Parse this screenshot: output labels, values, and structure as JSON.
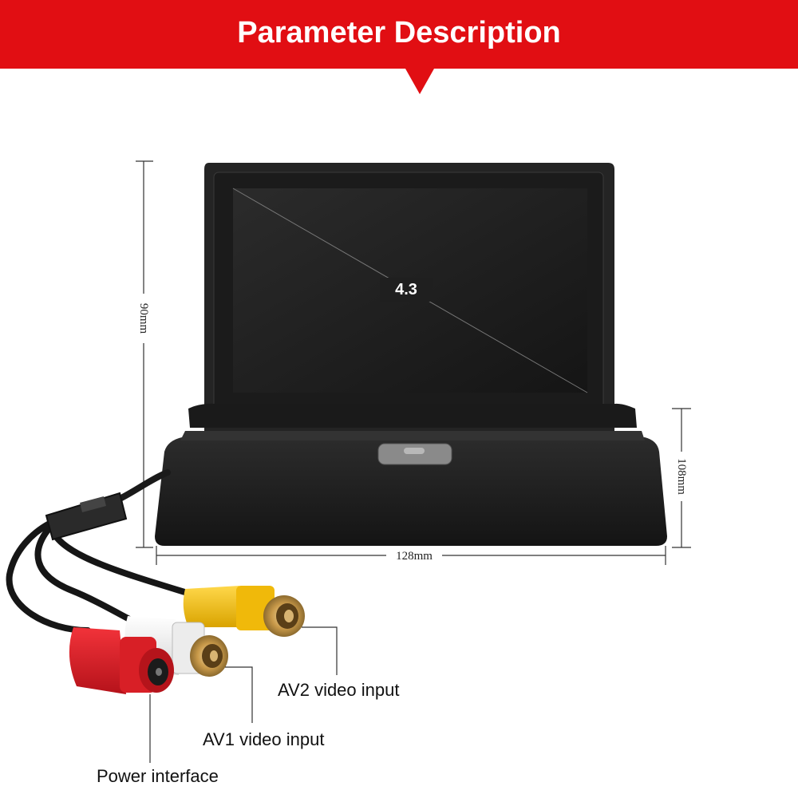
{
  "header": {
    "title": "Parameter Description",
    "color": "#e10e13"
  },
  "monitor": {
    "screen_size_label": "4.3"
  },
  "dimensions": {
    "height": "90mm",
    "width": "128mm",
    "base_depth": "108mm"
  },
  "connectors": {
    "av2": {
      "label": "AV2 video input",
      "color": "#f2c318"
    },
    "av1": {
      "label": "AV1 video input",
      "color": "#f3f3f3"
    },
    "power": {
      "label": "Power interface",
      "color": "#d91d24"
    }
  }
}
